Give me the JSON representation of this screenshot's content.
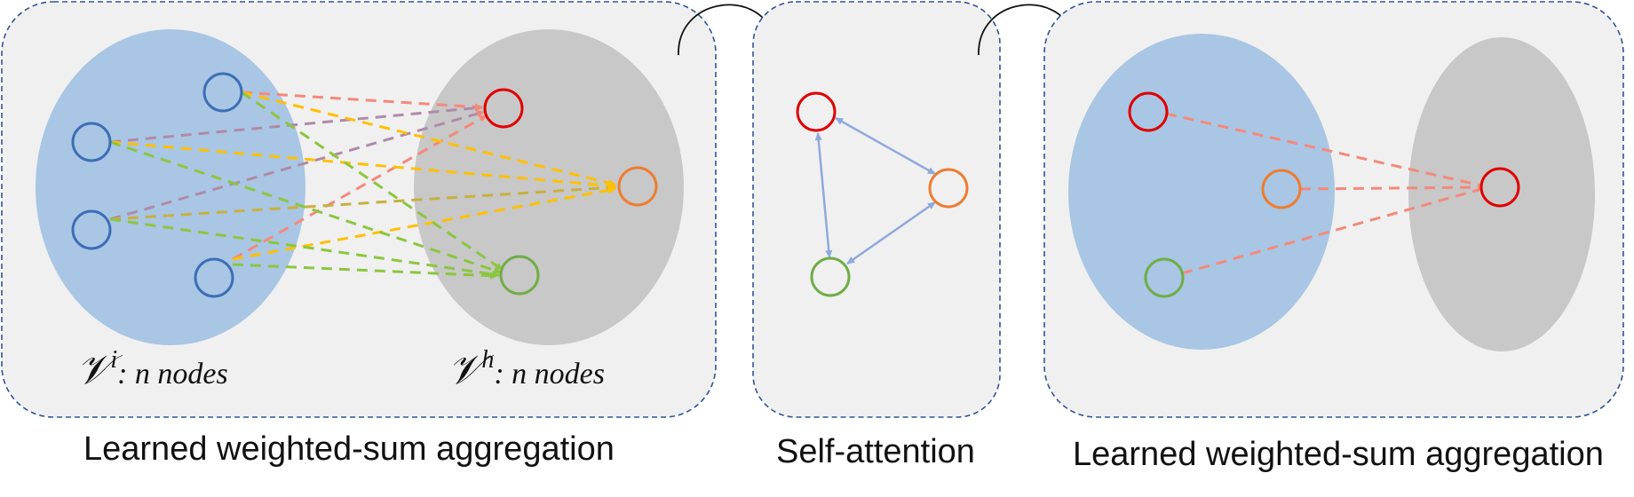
{
  "panels": [
    {
      "caption": "Learned weighted-sum aggregation"
    },
    {
      "caption": "Self-attention"
    },
    {
      "caption": "Learned weighted-sum aggregation"
    }
  ],
  "sets": {
    "input": {
      "symbol": "𝒱",
      "superscript": "i",
      "suffix": ": n nodes"
    },
    "hidden": {
      "symbol": "𝒱",
      "superscript": "h",
      "suffix": ": n nodes"
    }
  },
  "colors": {
    "panel_fill": "#f0f0f0",
    "panel_border": "#2f5597",
    "input_set": "#a9c6e4",
    "hidden_set": "#c8c8c8",
    "node_blue": "#3d6fb6",
    "node_red": "#e00000",
    "node_orange": "#ed7d31",
    "node_green": "#70ad47",
    "edge_red": "#f4897b",
    "edge_yellow": "#ffc000",
    "edge_green": "#8cc63f",
    "edge_purple": "#b08aa8",
    "attention_edge": "#8fa9dc"
  }
}
